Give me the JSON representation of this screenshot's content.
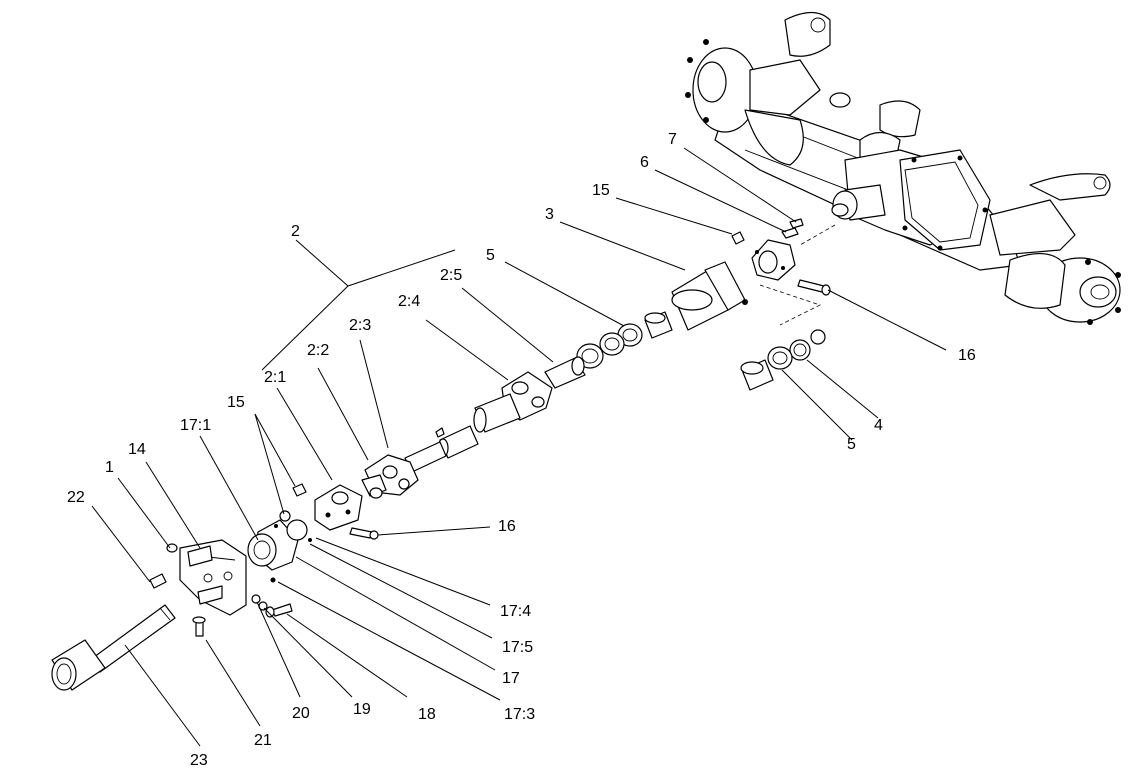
{
  "callouts": {
    "c1": "1",
    "c2": "2",
    "c2_1": "2:1",
    "c2_2": "2:2",
    "c2_3": "2:3",
    "c2_4": "2:4",
    "c2_5": "2:5",
    "c3": "3",
    "c4": "4",
    "c5_top": "5",
    "c5_bottom": "5",
    "c6": "6",
    "c7": "7",
    "c14": "14",
    "c15_left": "15",
    "c15_right": "15",
    "c16_right": "16",
    "c16_mid": "16",
    "c17": "17",
    "c17_1": "17:1",
    "c17_3": "17:3",
    "c17_4": "17:4",
    "c17_5": "17:5",
    "c18": "18",
    "c19": "19",
    "c20": "20",
    "c21": "21",
    "c22": "22",
    "c23": "23"
  },
  "icons": {
    "rear_axle": "axle-assembly-icon",
    "drive_shaft": "drive-shaft-icon",
    "steering_shaft": "steering-shaft-icon",
    "mount_bracket": "mount-bracket-icon"
  }
}
